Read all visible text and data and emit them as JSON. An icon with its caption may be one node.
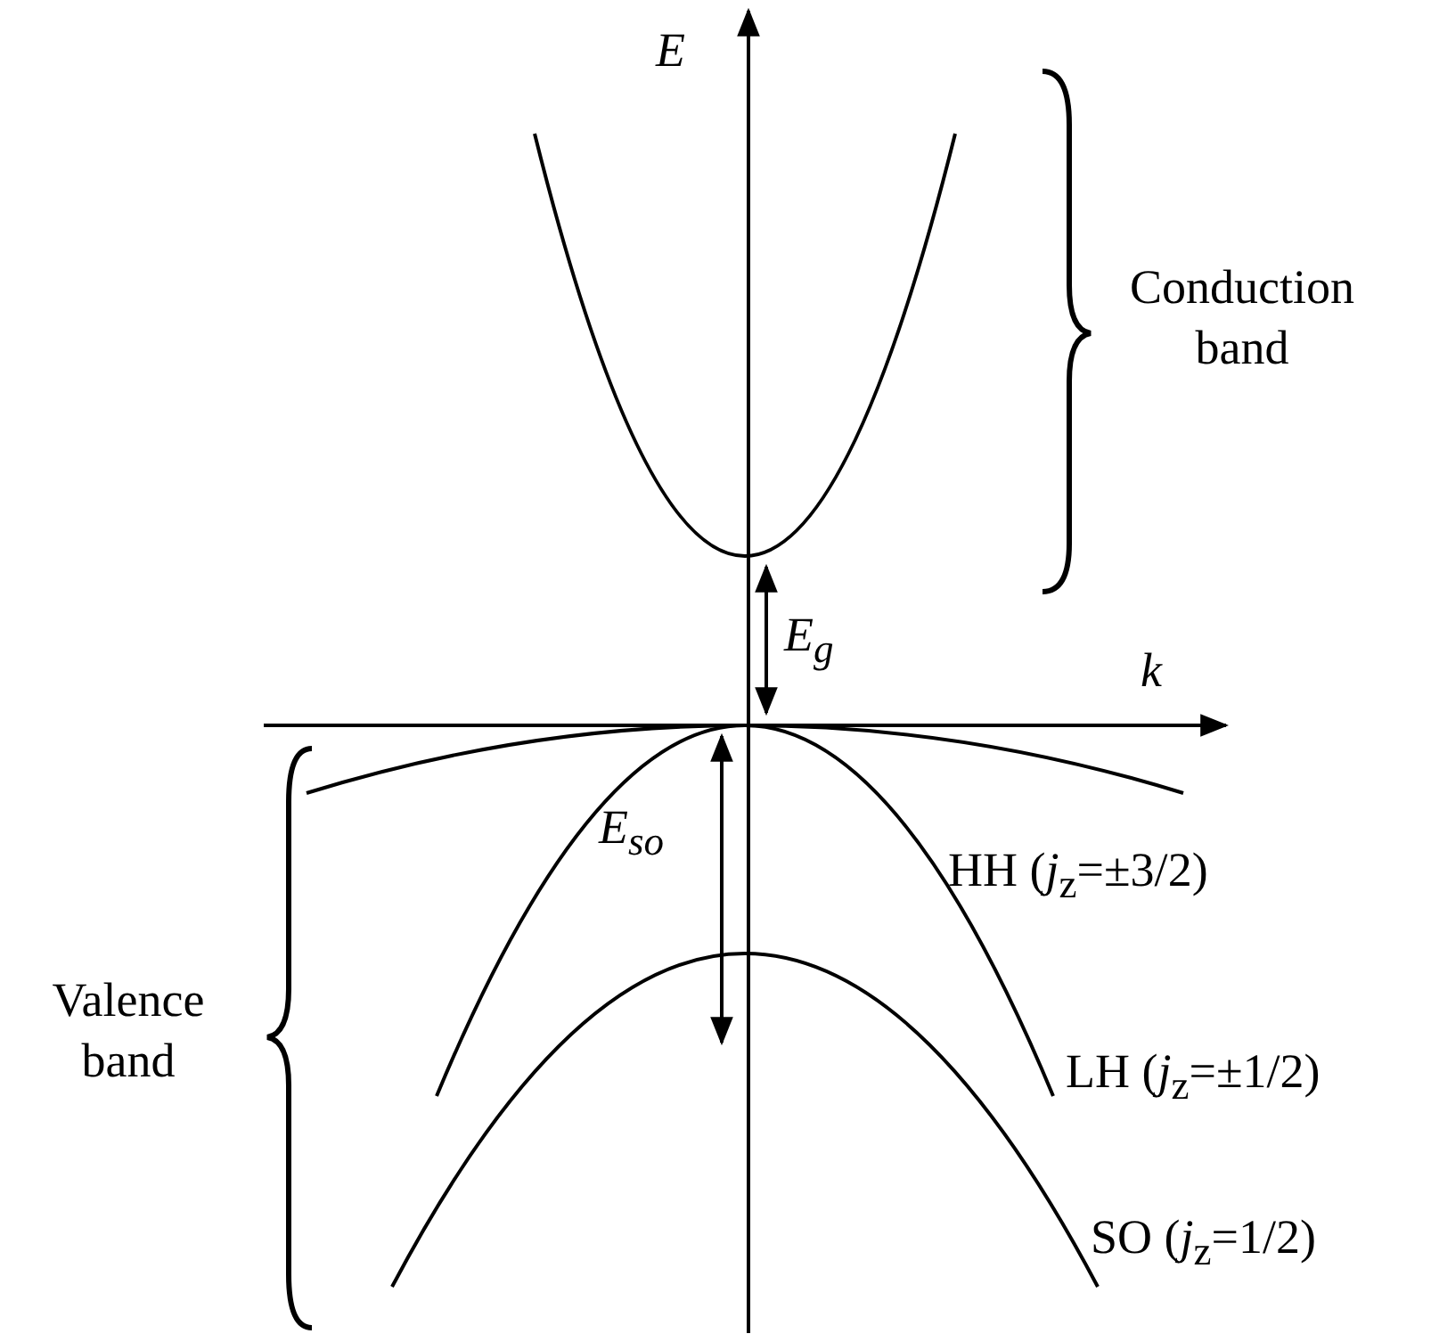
{
  "diagram": {
    "labels": [
      "E",
      "Conduction band",
      "E$_{g}$",
      "k",
      "HH (*j*$_{z}$=±3/2)",
      "E$_{so}$",
      "Valence band",
      "LH (*j*$_{z}$=±1/2)",
      "SO (*j*$_{z}$=1/2)"
    ]
  }
}
